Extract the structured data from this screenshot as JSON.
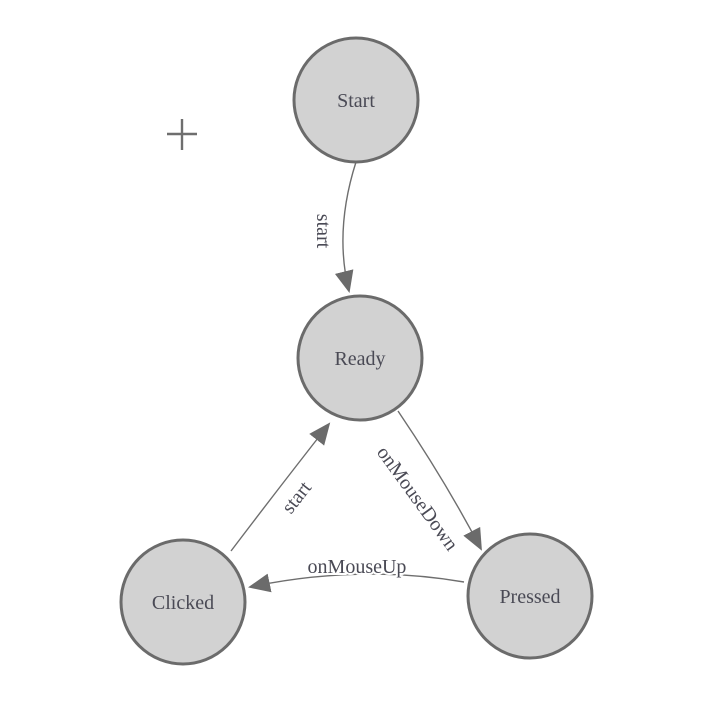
{
  "diagram": {
    "type": "state-machine",
    "colors": {
      "background": "#ffffff",
      "node_fill": "#d2d2d2",
      "node_stroke": "#6b6b6b",
      "edge_stroke": "#6e6e6e",
      "arrow_fill": "#6b6b6b",
      "text": "#4a4a55"
    },
    "nodes": [
      {
        "id": "start",
        "label": "Start"
      },
      {
        "id": "ready",
        "label": "Ready"
      },
      {
        "id": "clicked",
        "label": "Clicked"
      },
      {
        "id": "pressed",
        "label": "Pressed"
      }
    ],
    "edges": [
      {
        "id": "start-to-ready",
        "label": "start",
        "from": "Start",
        "to": "Ready"
      },
      {
        "id": "ready-to-pressed",
        "label": "onMouseDown",
        "from": "Ready",
        "to": "Pressed"
      },
      {
        "id": "pressed-to-clicked",
        "label": "onMouseUp",
        "from": "Pressed",
        "to": "Clicked"
      },
      {
        "id": "clicked-to-ready",
        "label": "start",
        "from": "Clicked",
        "to": "Ready"
      }
    ]
  }
}
